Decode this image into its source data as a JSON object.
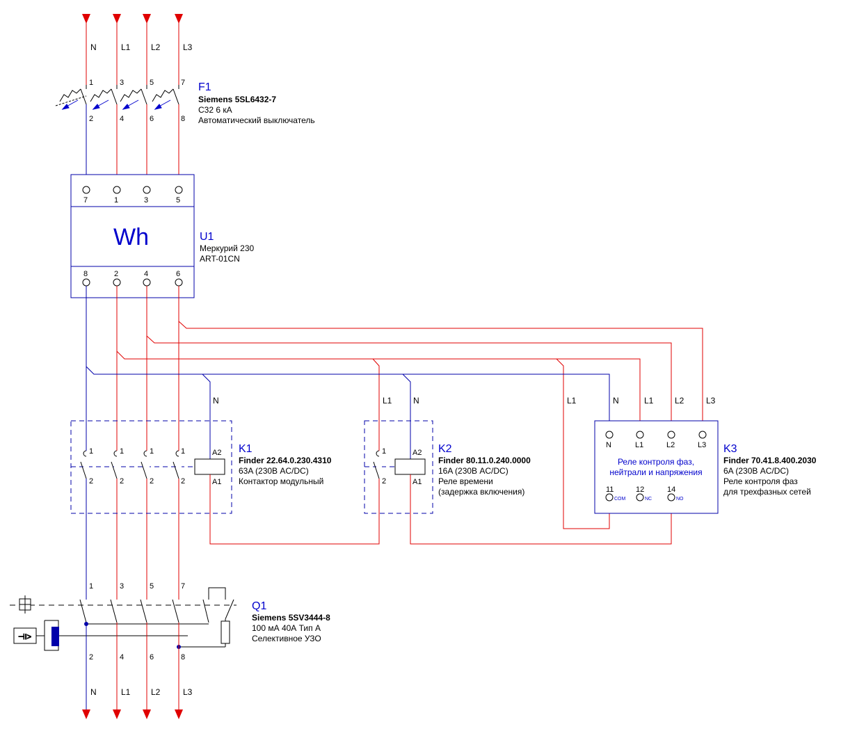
{
  "colors": {
    "neutral": "#0000aa",
    "phase": "#e00000",
    "designator": "#0000cc",
    "frame": "#0000aa"
  },
  "inputs": [
    "N",
    "L1",
    "L2",
    "L3"
  ],
  "outputs": [
    "N",
    "L1",
    "L2",
    "L3"
  ],
  "f1": {
    "designator": "F1",
    "model": "Siemens 5SL6432-7",
    "rating": "C32 6 кА",
    "description": "Автоматический выключатель",
    "top_terminals": [
      "1",
      "3",
      "5",
      "7"
    ],
    "bottom_terminals": [
      "2",
      "4",
      "6",
      "8"
    ]
  },
  "u1": {
    "designator": "U1",
    "symbol": "Wh",
    "model_line1": "Меркурий 230",
    "model_line2": "ART-01CN",
    "top_terminals": [
      "7",
      "1",
      "3",
      "5"
    ],
    "bottom_terminals": [
      "8",
      "2",
      "4",
      "6"
    ]
  },
  "k1": {
    "designator": "K1",
    "model": "Finder 22.64.0.230.4310",
    "rating": "63A (230В AC/DC)",
    "description": "Контактор модульный",
    "coil_top": "A2",
    "coil_bottom": "A1",
    "coil_wire": "N",
    "contact_top": "1",
    "contact_bottom": "2"
  },
  "k2": {
    "designator": "K2",
    "model": "Finder 80.11.0.240.0000",
    "rating": "16A (230В AC/DC)",
    "description_line1": "Реле времени",
    "description_line2": "(задержка включения)",
    "coil_top": "A2",
    "coil_bottom": "A1",
    "wire_phase": "L1",
    "wire_neutral": "N",
    "contact_top": "1",
    "contact_bottom": "2"
  },
  "k3": {
    "designator": "K3",
    "model": "Finder 70.41.8.400.2030",
    "rating": "6A (230В AC/DC)",
    "description_line1": "Реле контроля фаз",
    "description_line2": "для трехфазных сетей",
    "inner_line1": "Реле контроля фаз,",
    "inner_line2": "нейтрали и напряжения",
    "inputs": [
      "N",
      "L1",
      "L2",
      "L3"
    ],
    "wire_labels": [
      "L1",
      "N",
      "L1",
      "L2",
      "L3"
    ],
    "contacts": [
      {
        "number": "11",
        "tag": "COM"
      },
      {
        "number": "12",
        "tag": "NC"
      },
      {
        "number": "14",
        "tag": "NO"
      }
    ]
  },
  "q1": {
    "designator": "Q1",
    "model": "Siemens 5SV3444-8",
    "rating": "100 мА 40А Тип А",
    "description": "Селективное УЗО",
    "top_terminals": [
      "1",
      "3",
      "5",
      "7"
    ],
    "bottom_terminals": [
      "2",
      "4",
      "6",
      "8"
    ]
  }
}
